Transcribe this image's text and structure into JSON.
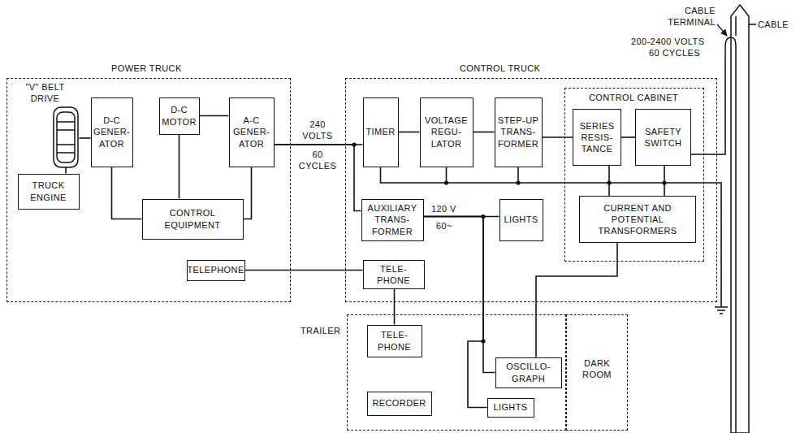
{
  "diagram": {
    "nodes": [
      {
        "text": [
          "POWER TRUCK"
        ]
      },
      {
        "text": [
          "\"V\" BELT DRIVE"
        ],
        "in": 0
      },
      {
        "text": [
          "TRUCK ENGINE"
        ],
        "in": 0
      },
      {
        "text": [
          "D-C GENER- ATOR"
        ],
        "in": 0
      },
      {
        "text": [
          "D-C MOTOR"
        ],
        "in": 0
      },
      {
        "text": [
          "A-C GENER- ATOR"
        ],
        "in": 0
      },
      {
        "text": [
          "CONTROL EQUIPMENT"
        ],
        "in": 0
      },
      {
        "text": [
          "TELEPHONE"
        ],
        "in": 0
      },
      {
        "text": [
          "CONTROL TRUCK"
        ]
      },
      {
        "text": [
          "TIMER"
        ],
        "in": 8
      },
      {
        "text": [
          "VOLTAGE REGU- LATOR"
        ],
        "in": 8
      },
      {
        "text": [
          "STEP-UP TRANS- FORMER"
        ],
        "in": 8
      },
      {
        "text": [
          "CONTROL CABINET"
        ],
        "in": 8
      },
      {
        "text": [
          "SERIES RESIS- TANCE"
        ],
        "in": 12
      },
      {
        "text": [
          "SAFETY SWITCH"
        ],
        "in": 12
      },
      {
        "text": [
          "CURRENT AND POTENTIAL TRANSFORMERS"
        ],
        "in": 12
      },
      {
        "text": [
          "AUXILIARY TRANS- FORMER"
        ],
        "in": 8
      },
      {
        "text": [
          "LIGHTS"
        ],
        "in": 8
      },
      {
        "text": [
          "TELE- PHONE"
        ],
        "in": 8
      },
      {
        "text": [
          "TRAILER"
        ]
      },
      {
        "text": [
          "TELE- PHONE"
        ],
        "in": 19
      },
      {
        "text": [
          "OSCILLO- GRAPH"
        ],
        "in": 19
      },
      {
        "text": [
          "RECORDER"
        ],
        "in": 19
      },
      {
        "text": [
          "LIGHTS"
        ],
        "in": 19
      },
      {
        "text": [
          "DARK ROOM"
        ]
      }
    ],
    "edges": [
      {
        "from": 2,
        "to": 1,
        "arrow": "none"
      },
      {
        "from": 1,
        "to": 3,
        "arrow": "none"
      },
      {
        "from": 3,
        "to": 6,
        "arrow": "none"
      },
      {
        "from": 4,
        "to": 6,
        "arrow": "none"
      },
      {
        "from": 5,
        "to": 6,
        "arrow": "none"
      },
      {
        "from": 4,
        "to": 5,
        "arrow": "none"
      },
      {
        "from": 5,
        "to": 9,
        "arrow": "none"
      },
      {
        "from": 5,
        "to": 16,
        "arrow": "none"
      },
      {
        "from": 9,
        "to": 10,
        "arrow": "none"
      },
      {
        "from": 10,
        "to": 11,
        "arrow": "none"
      },
      {
        "from": 11,
        "to": 13,
        "arrow": "none"
      },
      {
        "from": 13,
        "to": 14,
        "arrow": "none"
      },
      {
        "from": 13,
        "to": 15,
        "arrow": "none"
      },
      {
        "from": 14,
        "to": 15,
        "arrow": "none"
      },
      {
        "from": 16,
        "to": 17,
        "arrow": "none"
      },
      {
        "from": 16,
        "to": 21,
        "arrow": "none"
      },
      {
        "from": 16,
        "to": 23,
        "arrow": "none"
      },
      {
        "from": 15,
        "to": 21,
        "arrow": "none"
      },
      {
        "from": 7,
        "to": 18,
        "arrow": "none"
      },
      {
        "from": 18,
        "to": 20,
        "arrow": "none"
      }
    ],
    "labels": [
      "240 VOLTS",
      "60 CYCLES",
      "120 V",
      "60~",
      "CABLE TERMINAL",
      "CABLE",
      "200-2400 VOLTS",
      "60 CYCLES"
    ]
  }
}
